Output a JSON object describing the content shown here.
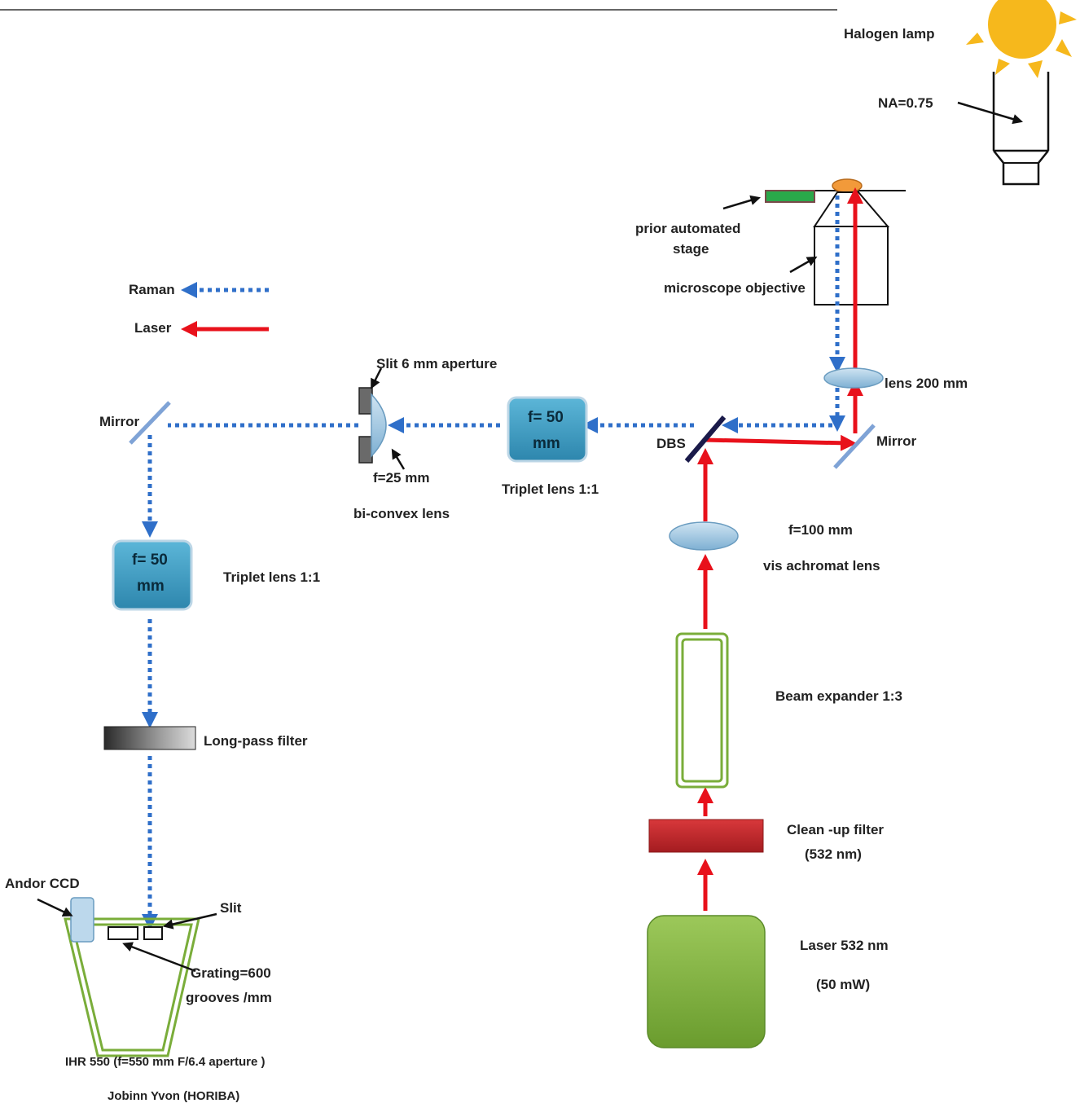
{
  "legend": {
    "raman": "Raman",
    "laser": "Laser"
  },
  "labels": {
    "halogen_lamp": "Halogen lamp",
    "na": "NA=0.75",
    "stage_line1": "prior automated",
    "stage_line2": "stage",
    "objective": "microscope objective",
    "lens200": "lens 200 mm",
    "mirror_right": "Mirror",
    "dbs": "DBS",
    "triplet_top_f": "f= 50",
    "triplet_top_unit": "mm",
    "triplet_top_label": "Triplet lens 1:1",
    "slit6": "Slit 6 mm aperture",
    "f25": "f=25 mm",
    "biconvex": "bi-convex lens",
    "mirror_left": "Mirror",
    "triplet_left_f": "f= 50",
    "triplet_left_unit": "mm",
    "triplet_left_label": "Triplet lens 1:1",
    "longpass": "Long-pass filter",
    "andor": "Andor CCD",
    "slit": "Slit",
    "grating_line1": "Grating=600",
    "grating_line2": "grooves /mm",
    "ihr": "IHR 550 (f=550 mm  F/6.4 aperture )",
    "jobin": "Jobinn Yvon (HORIBA)",
    "f100": "f=100 mm",
    "achromat": "vis achromat  lens",
    "beam_expander": "Beam expander   1:3",
    "cleanup_line1": "Clean -up filter",
    "cleanup_line2": "(532 nm)",
    "laser_line1": "Laser 532 nm",
    "laser_line2": "(50 mW)"
  },
  "colors": {
    "laser": "#e8111b",
    "raman": "#2f6fc9",
    "triplet": "#3a9cc4",
    "laser_source": "#7aad3a",
    "cleanup_filter": "#c0282c",
    "beam_expander": "#7aad3a",
    "mirror": "#7fa3d6",
    "dbs": "#1a1a4a",
    "lens": "#9cc6e0",
    "sun": "#f6b81c"
  }
}
